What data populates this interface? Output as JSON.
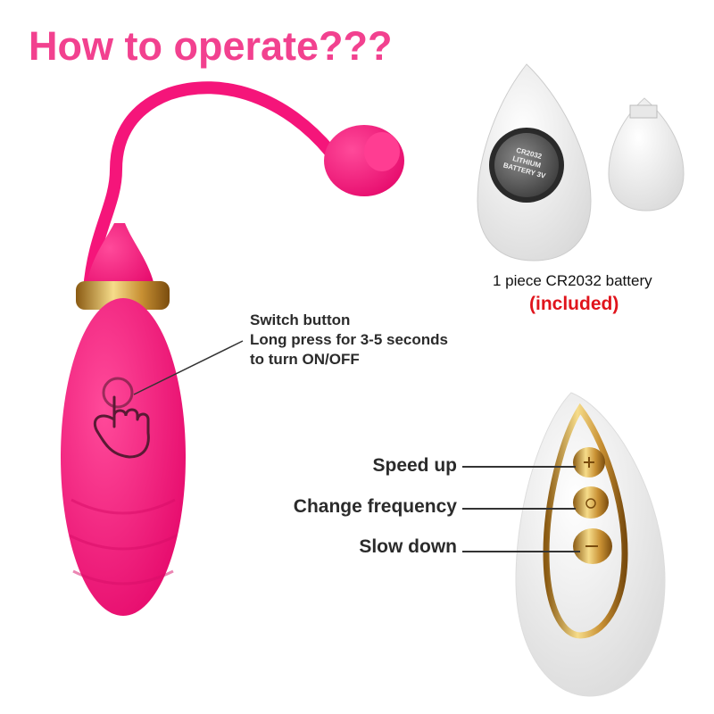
{
  "title": "How to operate???",
  "switch_callout": {
    "line1": "Switch button",
    "line2": "Long press for 3-5 seconds",
    "line3": "to turn ON/OFF"
  },
  "battery": {
    "caption": "1 piece CR2032 battery",
    "included": "(included)",
    "battery_print": "CR2032 LITHIUM BATTERY 3V"
  },
  "remote_buttons": [
    {
      "label": "Speed up",
      "icon": "plus-icon"
    },
    {
      "label": "Change frequency",
      "icon": "power-icon"
    },
    {
      "label": "Slow down",
      "icon": "minus-icon"
    }
  ],
  "colors": {
    "title": "#f2418f",
    "device": "#f5157a",
    "included": "#e0141c",
    "gold": "#d9a640"
  }
}
